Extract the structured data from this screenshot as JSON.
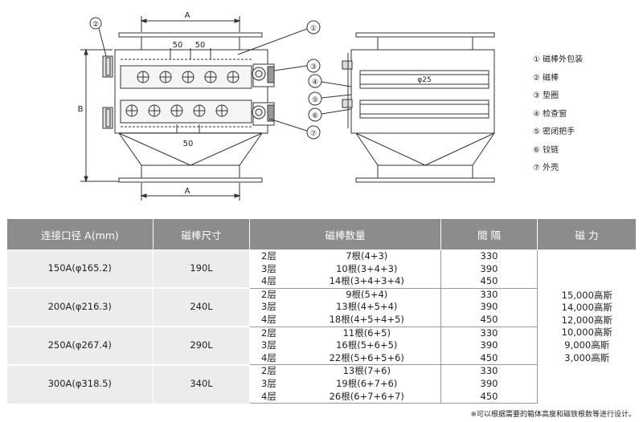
{
  "drawing": {
    "dim_a": "A",
    "dim_b": "B",
    "dim_50a": "50",
    "dim_50b": "50",
    "dim_50c": "50",
    "dim_phi": "φ25",
    "callouts": [
      "①",
      "②",
      "③",
      "④",
      "⑤",
      "⑥",
      "⑦"
    ]
  },
  "legend": [
    "① 磁棒外包装",
    "② 磁棒",
    "③ 垫圈",
    "④ 检查窗",
    "⑤ 密闭把手",
    "⑥ 铰链",
    "⑦ 外壳"
  ],
  "table": {
    "headers": [
      "连接口径 A(mm)",
      "磁棒尺寸",
      "磁棒数量",
      "間 隔",
      "磁 力"
    ],
    "groups": [
      {
        "size": "150A(φ165.2)",
        "length": "190L",
        "rows": [
          [
            "2层",
            "7根(4+3)",
            "330"
          ],
          [
            "3层",
            "10根(3+4+3)",
            "390"
          ],
          [
            "4层",
            "14根(3+4+3+4)",
            "450"
          ]
        ]
      },
      {
        "size": "200A(φ216.3)",
        "length": "240L",
        "rows": [
          [
            "2层",
            "9根(5+4)",
            "330"
          ],
          [
            "3层",
            "13根(4+5+4)",
            "390"
          ],
          [
            "4层",
            "18根(4+5+4+5)",
            "450"
          ]
        ]
      },
      {
        "size": "250A(φ267.4)",
        "length": "290L",
        "rows": [
          [
            "2层",
            "11根(6+5)",
            "330"
          ],
          [
            "3层",
            "16根(5+6+5)",
            "390"
          ],
          [
            "4层",
            "22根(5+6+5+6)",
            "450"
          ]
        ]
      },
      {
        "size": "300A(φ318.5)",
        "length": "340L",
        "rows": [
          [
            "2层",
            "13根(7+6)",
            "330"
          ],
          [
            "3层",
            "19根(6+7+6)",
            "390"
          ],
          [
            "4层",
            "26根(6+7+6+7)",
            "450"
          ]
        ]
      }
    ],
    "magnetic_force": [
      "15,000高斯",
      "14,000高斯",
      "12,000高斯",
      "10,000高斯",
      "9,000高斯",
      "3,000高斯"
    ]
  },
  "note": "※可以根据需要的箱体高度和磁铁根数等进行设计。"
}
